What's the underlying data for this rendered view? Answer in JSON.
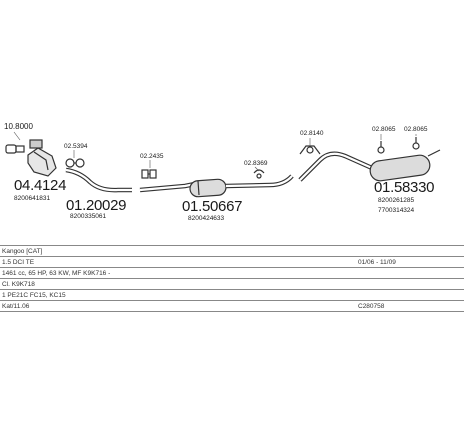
{
  "diagram": {
    "parts": {
      "clamp_left": "10.8000",
      "cat_main": "04.4124",
      "cat_oem": "8200641831",
      "clamp_a": "02.5394",
      "front_pipe": "01.20029",
      "front_pipe_oem": "8200335061",
      "clamp_b": "02.2435",
      "mid_silencer": "01.50667",
      "mid_silencer_oem": "8200424633",
      "hanger_a": "02.8369",
      "hanger_b": "02.8140",
      "hanger_c": "02.8065",
      "hanger_d": "02.8065",
      "rear_silencer": "01.58330",
      "rear_oem_1": "8200261285",
      "rear_oem_2": "7700314324"
    }
  },
  "info_rows": [
    {
      "left": "Kangoo [CAT]",
      "right": ""
    },
    {
      "left": "1.5 DCI TE",
      "right": "01/06 - 11/09"
    },
    {
      "left": "1461 cc, 65 HP, 63 KW, MF K9K716 -",
      "right": ""
    },
    {
      "left": "Cl. K9K718",
      "right": ""
    },
    {
      "left": "1 PE21C FC15, KC15",
      "right": ""
    },
    {
      "left": "Kat/11.06",
      "right": "C280758"
    }
  ]
}
